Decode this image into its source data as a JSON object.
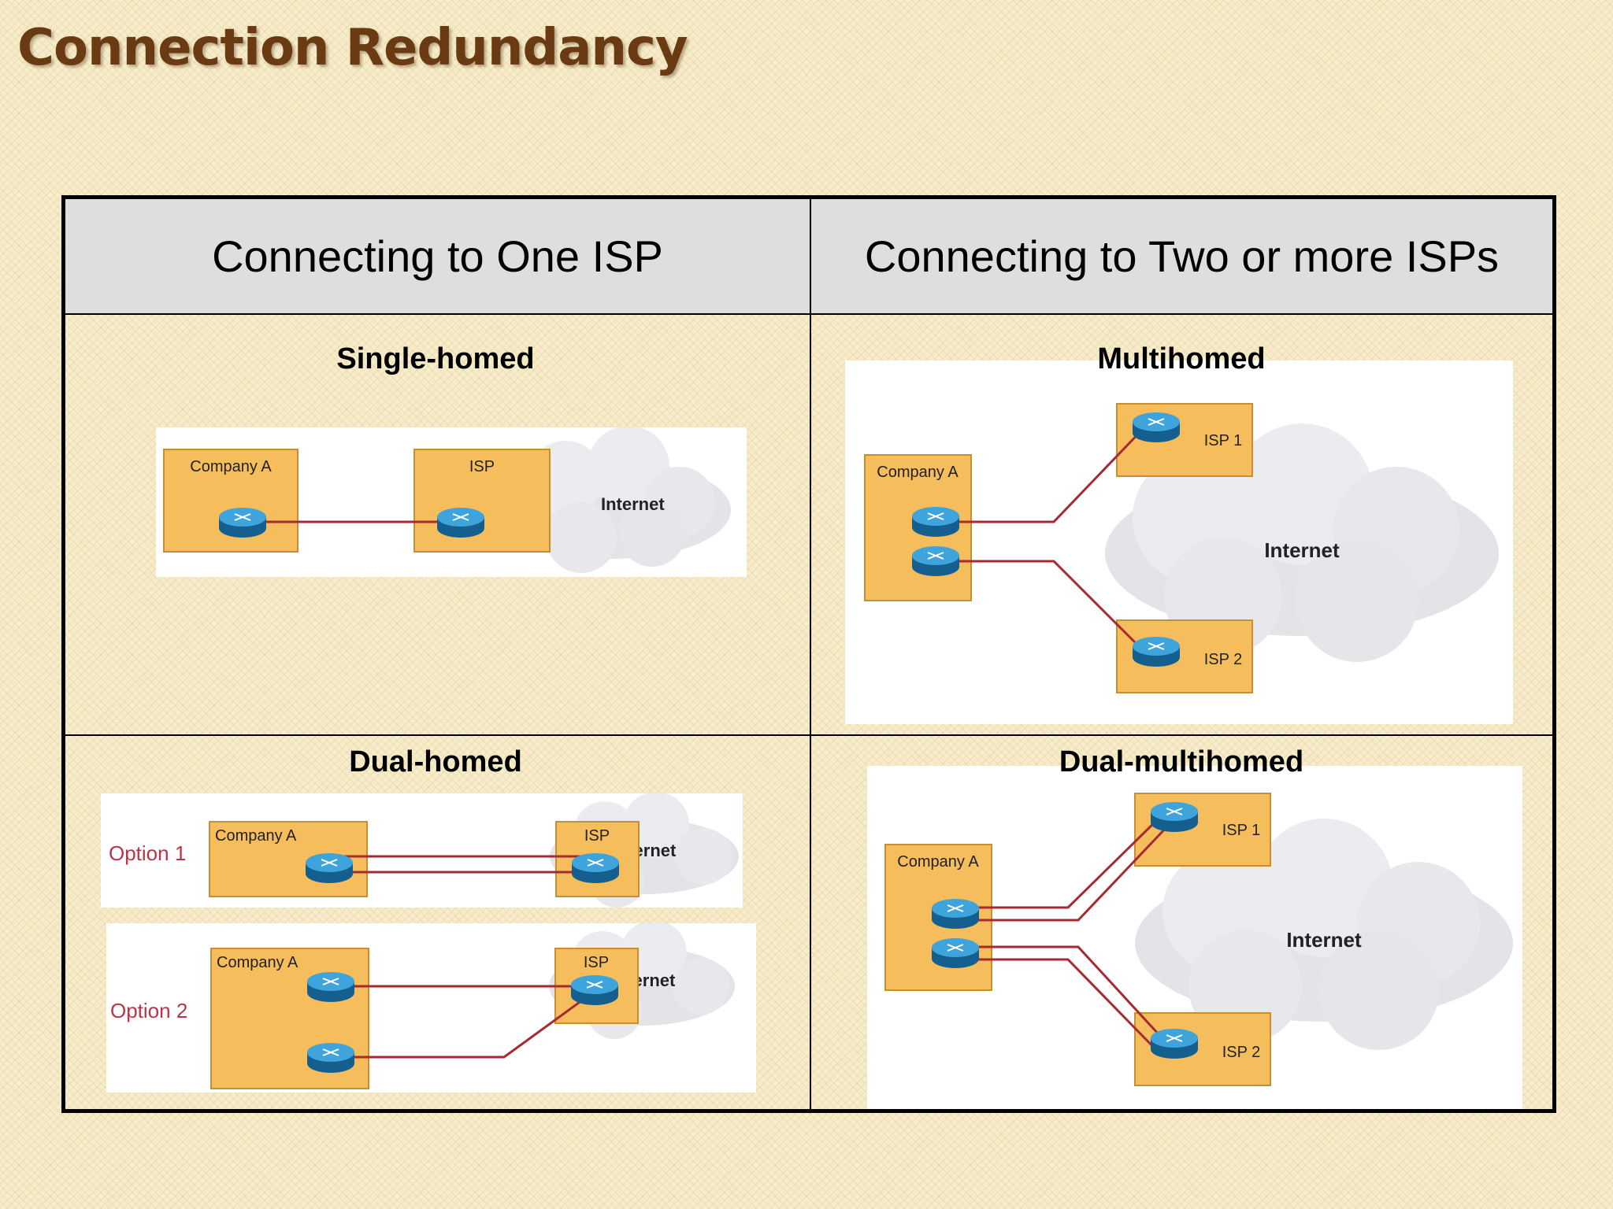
{
  "title": "Connection Redundancy",
  "columns": {
    "left": "Connecting to One ISP",
    "right": "Connecting to Two or more ISPs"
  },
  "cells": {
    "single": "Single-homed",
    "multi": "Multihomed",
    "dual": "Dual-homed",
    "dualmulti": "Dual-multihomed"
  },
  "labels": {
    "company": "Company A",
    "isp": "ISP",
    "isp1": "ISP 1",
    "isp2": "ISP 2",
    "internet": "Internet",
    "option1": "Option 1",
    "option2": "Option 2"
  },
  "colors": {
    "box_fill": "#f5bd5c",
    "link": "#a62a32",
    "router": "#1f86c2",
    "option_text": "#b8364a"
  }
}
